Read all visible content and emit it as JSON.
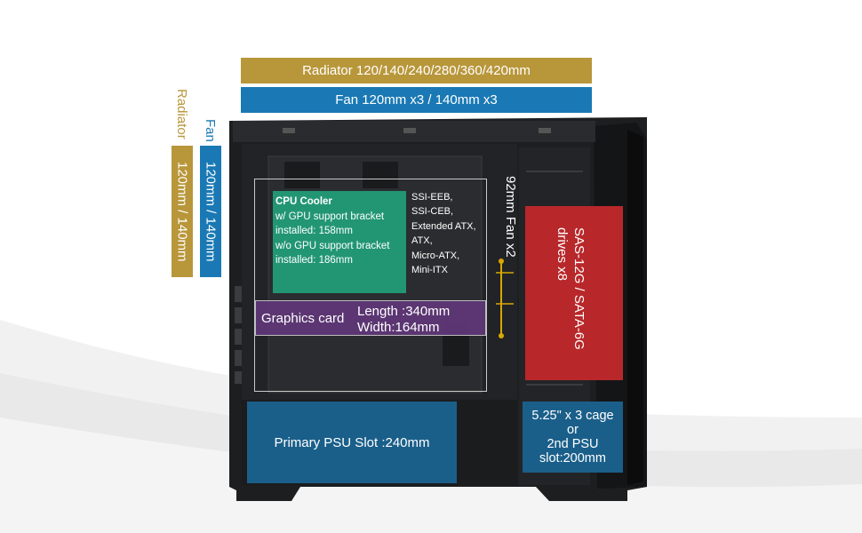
{
  "colors": {
    "radiator": "#b8963a",
    "fan": "#1a79b4",
    "cpu_cooler": "#22a078",
    "graphics_card": "#5f3778",
    "psu": "#1a5f8a",
    "drives": "#b8282a",
    "case_body": "#1d1e20"
  },
  "top": {
    "radiator_label": "Radiator 120/140/240/280/360/420mm",
    "fan_label": "Fan 120mm x3 / 140mm x3"
  },
  "front": {
    "radiator_title": "Radiator",
    "radiator_size": "120mm / 140mm",
    "fan_title": "Fan",
    "fan_size": "120mm / 140mm"
  },
  "cpu_cooler": {
    "title": "CPU Cooler",
    "line1": "w/ GPU support bracket",
    "line2": "installed: 158mm",
    "line3": "w/o GPU support bracket",
    "line4": "installed: 186mm"
  },
  "motherboards": [
    "SSI-EEB,",
    "SSI-CEB,",
    "Extended ATX,",
    "ATX,",
    "Micro-ATX,",
    "Mini-ITX"
  ],
  "rear_fan": "92mm Fan x2",
  "graphics_card": {
    "label": "Graphics card",
    "length": "Length :340mm",
    "width": "Width:164mm"
  },
  "drives": {
    "line1": "SAS-12G / SATA-6G",
    "line2": "drives x8"
  },
  "psu": {
    "primary": "Primary PSU Slot :240mm",
    "cage_line1": "5.25\" x 3 cage",
    "cage_line2": "or",
    "cage_line3": "2nd PSU",
    "cage_line4": "slot:200mm"
  }
}
